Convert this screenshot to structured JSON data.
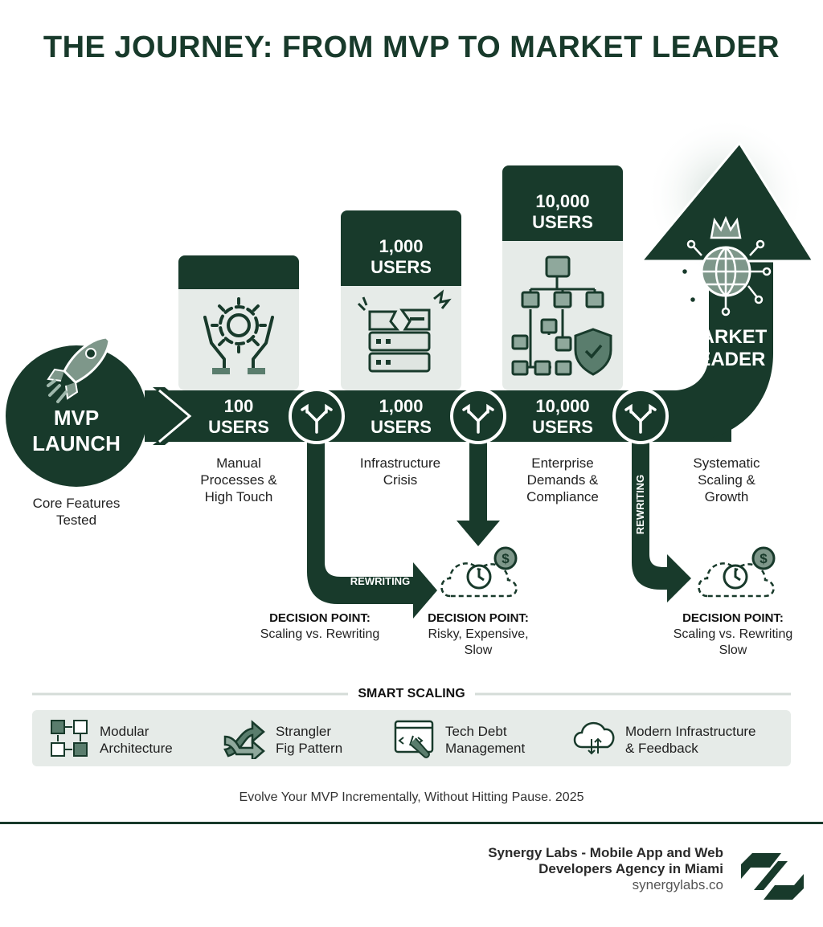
{
  "title": "THE JOURNEY: FROM MVP TO MARKET LEADER",
  "colors": {
    "dark": "#183a2b",
    "light_panel": "#e6ebe8",
    "icon": "#5a7d6d"
  },
  "launch": {
    "line1": "MVP",
    "line2": "LAUNCH",
    "caption_line1": "Core Features",
    "caption_line2": "Tested",
    "icon": "rocket-icon"
  },
  "stages": [
    {
      "top_label_line1": "",
      "top_label_line2": "",
      "arrow_line1": "100",
      "arrow_line2": "USERS",
      "caption_line1": "Manual",
      "caption_line2": "Processes &",
      "caption_line3": "High Touch",
      "icon": "hands-gear-icon"
    },
    {
      "top_label_line1": "1,000",
      "top_label_line2": "USERS",
      "arrow_line1": "1,000",
      "arrow_line2": "USERS",
      "caption_line1": "Infrastructure",
      "caption_line2": "Crisis",
      "caption_line3": "",
      "icon": "broken-server-icon"
    },
    {
      "top_label_line1": "10,000",
      "top_label_line2": "USERS",
      "arrow_line1": "10,000",
      "arrow_line2": "USERS",
      "caption_line1": "Enterprise",
      "caption_line2": "Demands &",
      "caption_line3": "Compliance",
      "icon": "org-chart-shield-icon"
    }
  ],
  "leader": {
    "line1": "MARKET",
    "line2": "LEADER",
    "caption_line1": "Systematic",
    "caption_line2": "Scaling &",
    "caption_line3": "Growth",
    "icon": "globe-crown-icon"
  },
  "rewriting_label_1": "REWRITING",
  "rewriting_label_2": "REWRITING",
  "decision_points": [
    {
      "title": "DECISION POINT:",
      "line1": "Scaling vs. Rewriting",
      "line2": ""
    },
    {
      "title": "DECISION POINT:",
      "line1": "Risky, Expensive,",
      "line2": "Slow"
    },
    {
      "title": "DECISION POINT:",
      "line1": "Scaling vs. Rewriting",
      "line2": "Slow"
    }
  ],
  "smart_scaling": {
    "title": "SMART SCALING",
    "items": [
      {
        "line1": "Modular",
        "line2": "Architecture",
        "icon": "modules-icon"
      },
      {
        "line1": "Strangler",
        "line2": "Fig Pattern",
        "icon": "strangler-arrows-icon"
      },
      {
        "line1": "Tech Debt",
        "line2": "Management",
        "icon": "code-wrench-icon"
      },
      {
        "line1": "Modern Infrastructure",
        "line2": "& Feedback",
        "icon": "cloud-sync-icon"
      }
    ]
  },
  "tagline": "Evolve Your MVP Incrementally, Without Hitting Pause. 2025",
  "footer": {
    "company_line1": "Synergy Labs - Mobile App and Web",
    "company_line2": "Developers Agency in Miami",
    "site": "synergylabs.co",
    "logo": "synergy-logo-icon"
  }
}
